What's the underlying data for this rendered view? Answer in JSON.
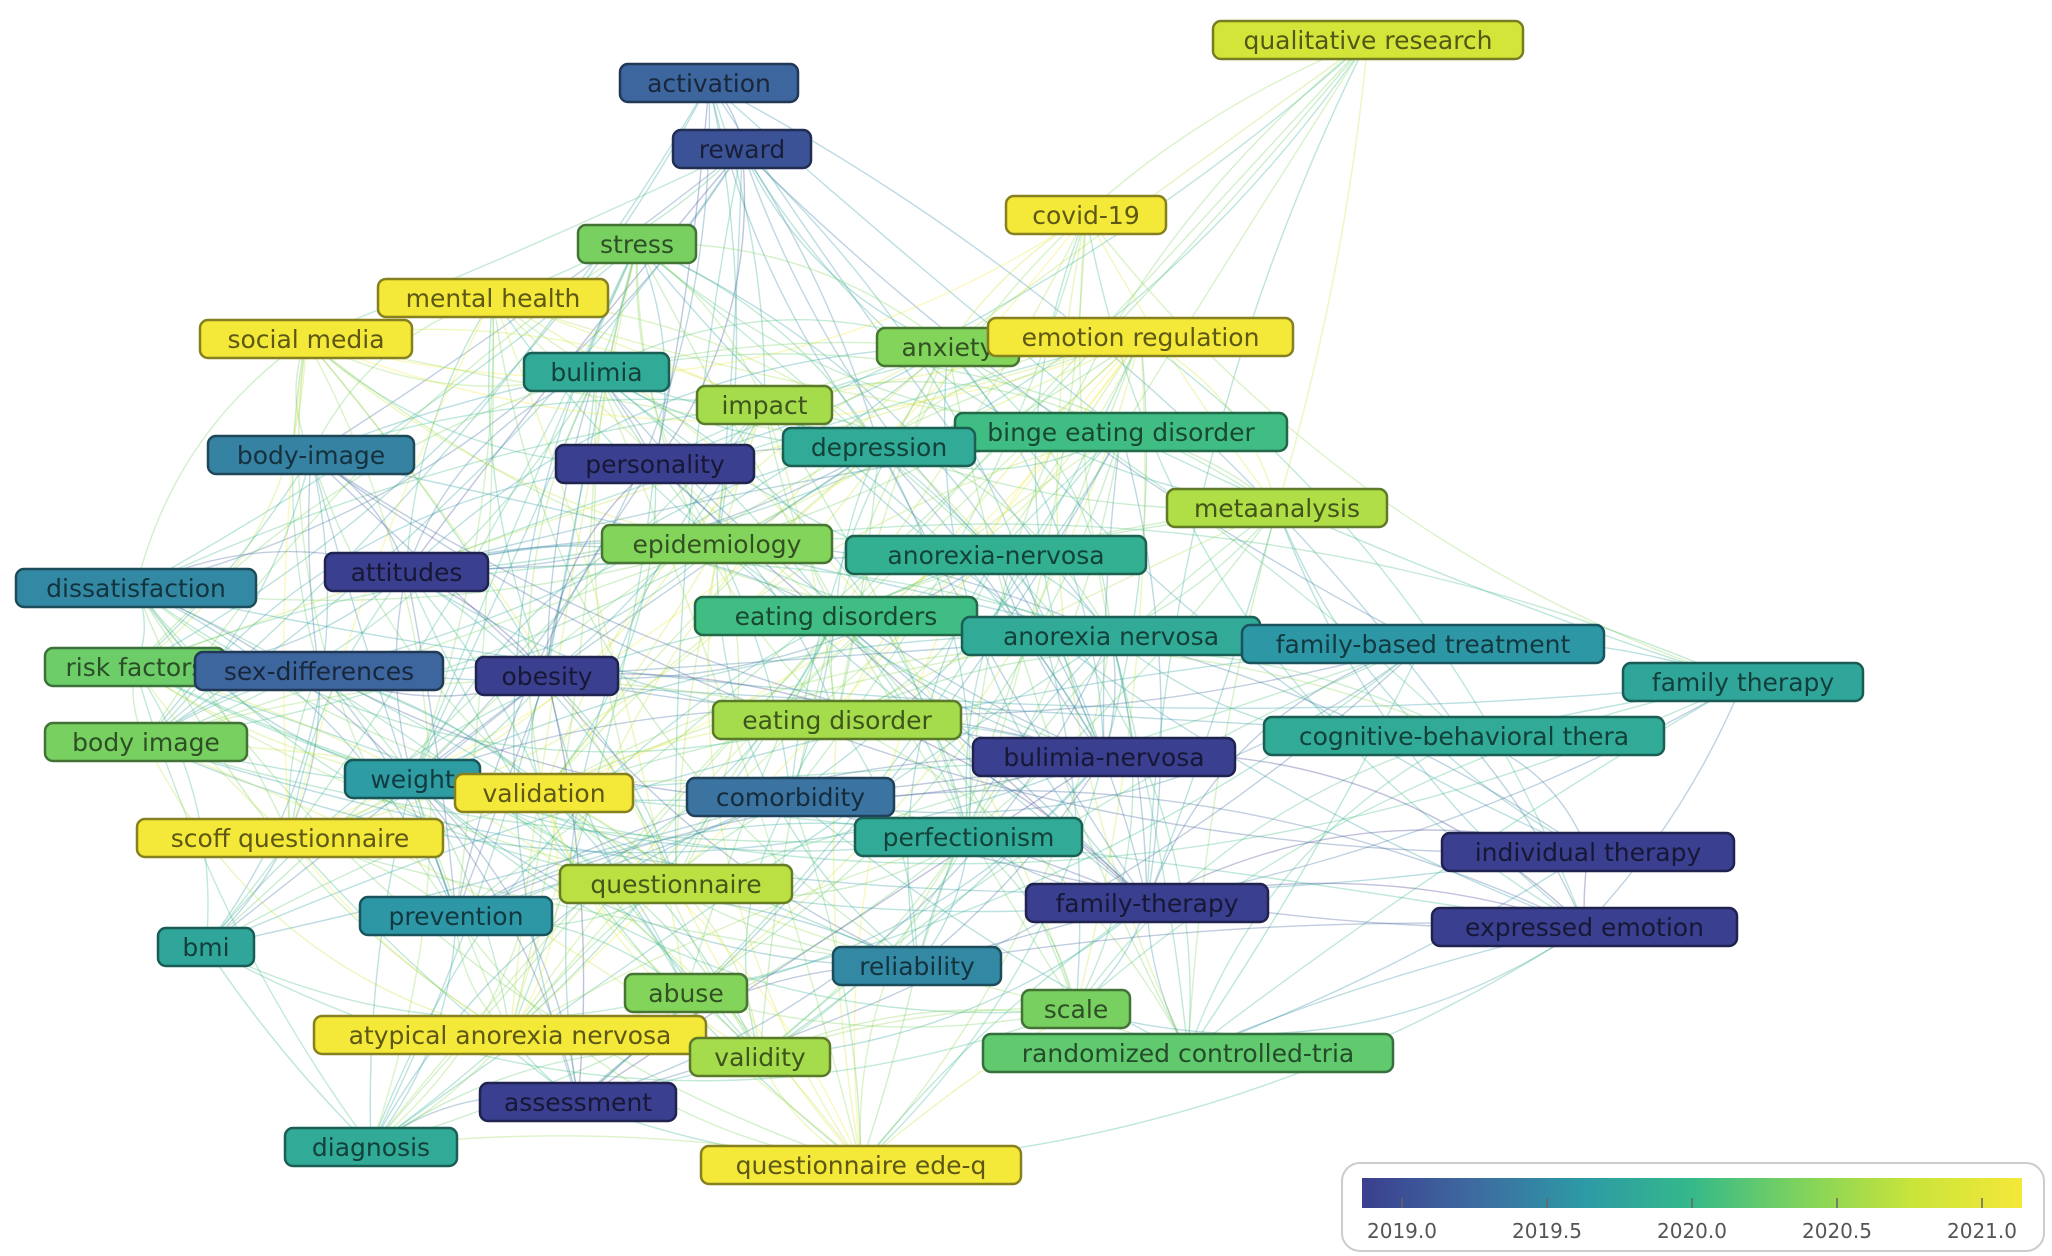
{
  "color_scale": {
    "min": 2019.0,
    "max": 2021.0,
    "stops": [
      "#3b3f8f",
      "#3e6aa0",
      "#2d99a6",
      "#35b98a",
      "#7fd35c",
      "#c9e43a",
      "#f4e838"
    ],
    "ticks": [
      "2019.0",
      "2019.5",
      "2020.0",
      "2020.5",
      "2021.0"
    ]
  },
  "nodes": [
    {
      "label": "qualitative research",
      "year": 2020.75
    },
    {
      "label": "activation",
      "year": 2019.3
    },
    {
      "label": "reward",
      "year": 2019.15
    },
    {
      "label": "covid-19",
      "year": 2021.0
    },
    {
      "label": "stress",
      "year": 2020.3
    },
    {
      "label": "mental health",
      "year": 2021.0
    },
    {
      "label": "social media",
      "year": 2021.0
    },
    {
      "label": "anxiety",
      "year": 2020.35
    },
    {
      "label": "emotion regulation",
      "year": 2021.0
    },
    {
      "label": "bulimia",
      "year": 2019.85
    },
    {
      "label": "impact",
      "year": 2020.5
    },
    {
      "label": "binge eating disorder",
      "year": 2020.05
    },
    {
      "label": "depression",
      "year": 2019.85
    },
    {
      "label": "body-image",
      "year": 2019.5
    },
    {
      "label": "personality",
      "year": 2019.0
    },
    {
      "label": "metaanalysis",
      "year": 2020.55
    },
    {
      "label": "epidemiology",
      "year": 2020.35
    },
    {
      "label": "anorexia-nervosa",
      "year": 2019.9
    },
    {
      "label": "dissatisfaction",
      "year": 2019.55
    },
    {
      "label": "attitudes",
      "year": 2019.0
    },
    {
      "label": "eating disorders",
      "year": 2020.05
    },
    {
      "label": "anorexia nervosa",
      "year": 2019.85
    },
    {
      "label": "family-based treatment",
      "year": 2019.65
    },
    {
      "label": "family therapy",
      "year": 2019.8
    },
    {
      "label": "risk factors",
      "year": 2020.25
    },
    {
      "label": "sex-differences",
      "year": 2019.3
    },
    {
      "label": "obesity",
      "year": 2019.0
    },
    {
      "label": "eating disorder",
      "year": 2020.5
    },
    {
      "label": "cognitive-behavioral thera",
      "year": 2019.85
    },
    {
      "label": "body image",
      "year": 2020.3
    },
    {
      "label": "bulimia-nervosa",
      "year": 2019.0
    },
    {
      "label": "weight",
      "year": 2019.7
    },
    {
      "label": "validation",
      "year": 2021.0
    },
    {
      "label": "comorbidity",
      "year": 2019.4
    },
    {
      "label": "scoff questionnaire",
      "year": 2021.0
    },
    {
      "label": "perfectionism",
      "year": 2019.85
    },
    {
      "label": "individual therapy",
      "year": 2019.0
    },
    {
      "label": "questionnaire",
      "year": 2020.6
    },
    {
      "label": "family-therapy",
      "year": 2019.0
    },
    {
      "label": "bmi",
      "year": 2019.8
    },
    {
      "label": "prevention",
      "year": 2019.65
    },
    {
      "label": "expressed emotion",
      "year": 2019.0
    },
    {
      "label": "reliability",
      "year": 2019.55
    },
    {
      "label": "abuse",
      "year": 2020.35
    },
    {
      "label": "scale",
      "year": 2020.3
    },
    {
      "label": "atypical anorexia nervosa",
      "year": 2021.0
    },
    {
      "label": "validity",
      "year": 2020.5
    },
    {
      "label": "randomized controlled-tria",
      "year": 2020.2
    },
    {
      "label": "assessment",
      "year": 2019.0
    },
    {
      "label": "diagnosis",
      "year": 2019.85
    },
    {
      "label": "questionnaire ede-q",
      "year": 2021.0
    }
  ]
}
